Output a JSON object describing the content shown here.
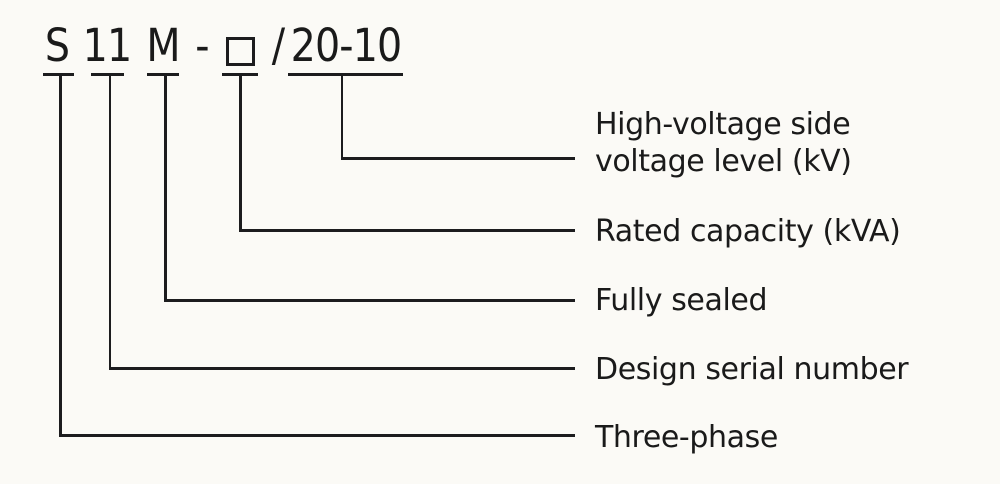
{
  "title_code": {
    "full": "S 11 M - □ / 20-10",
    "segments": {
      "phase": "S",
      "serial": "11",
      "sealed": "M",
      "dash": "-",
      "slash": "/",
      "voltage": "20-10"
    }
  },
  "labels": {
    "high_voltage": "High-voltage side\nvoltage level (kV)",
    "rated_capacity": "Rated capacity (kVA)",
    "fully_sealed": "Fully sealed",
    "design_serial": "Design serial number",
    "three_phase": "Three-phase"
  },
  "colors": {
    "background": "#fbfaf6",
    "line": "#1c1c1e",
    "text": "#1a1a1a"
  }
}
